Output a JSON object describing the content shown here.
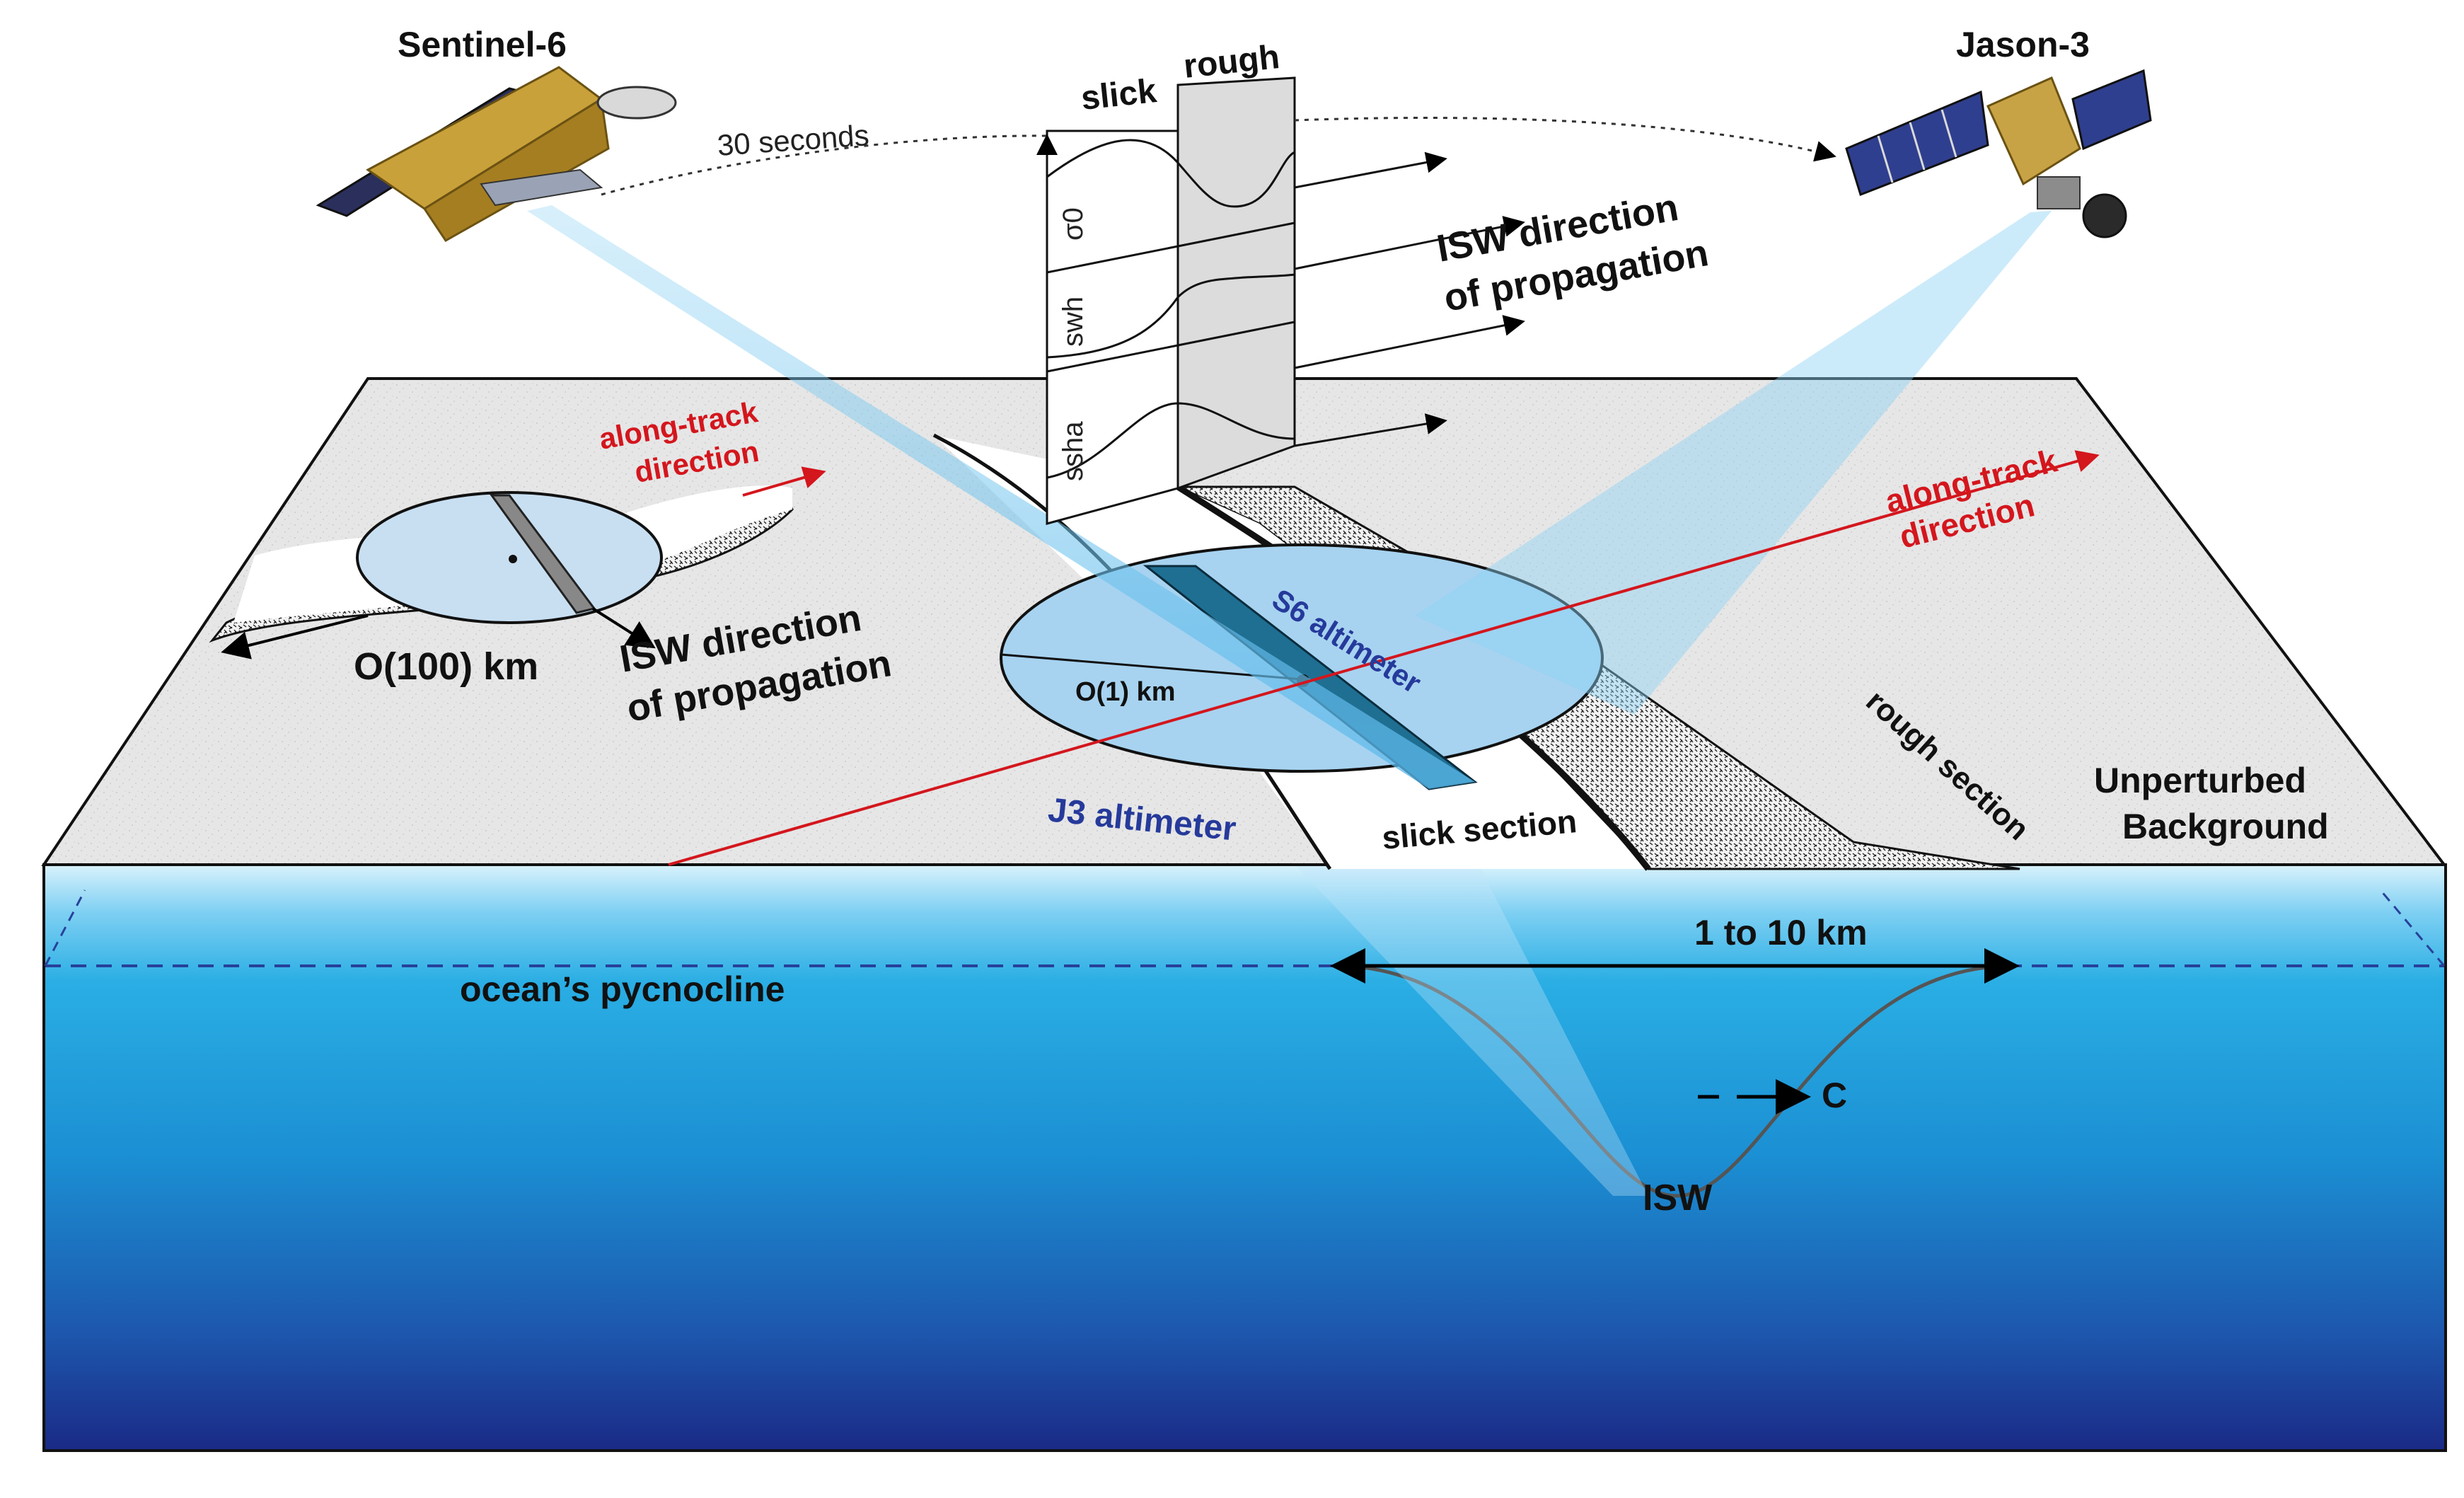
{
  "satellites": {
    "left": "Sentinel-6",
    "right": "Jason-3",
    "time_gap": "30 seconds"
  },
  "signal_panel": {
    "columns": [
      "slick",
      "rough"
    ],
    "rows": [
      "σ0",
      "swh",
      "ssha"
    ]
  },
  "labels": {
    "isw_direction_line1": "ISW direction",
    "isw_direction_line2": "of propagation",
    "along_track_line1": "along-track",
    "along_track_line2": "direction",
    "footprint_large": "O(100) km",
    "footprint_small": "O(1) km",
    "s6_altimeter": "S6 altimeter",
    "j3_altimeter": "J3 altimeter",
    "slick_section": "slick section",
    "rough_section": "rough section",
    "background_line1": "Unperturbed",
    "background_line2": "Background",
    "scale": "1 to 10 km",
    "pycnocline": "ocean’s pycnocline",
    "isw": "ISW",
    "phase_speed": "C"
  },
  "colors": {
    "ocean_top": "#c9ecfb",
    "ocean_mid": "#22a6e0",
    "ocean_bottom": "#1a2d8c",
    "surface": "#e4e4e4",
    "footprint": "#a7d3f0",
    "track": "#1f6f93",
    "beam": "#7fc8ee",
    "accent_red": "#d4161d",
    "label_blue": "#263a9b"
  }
}
